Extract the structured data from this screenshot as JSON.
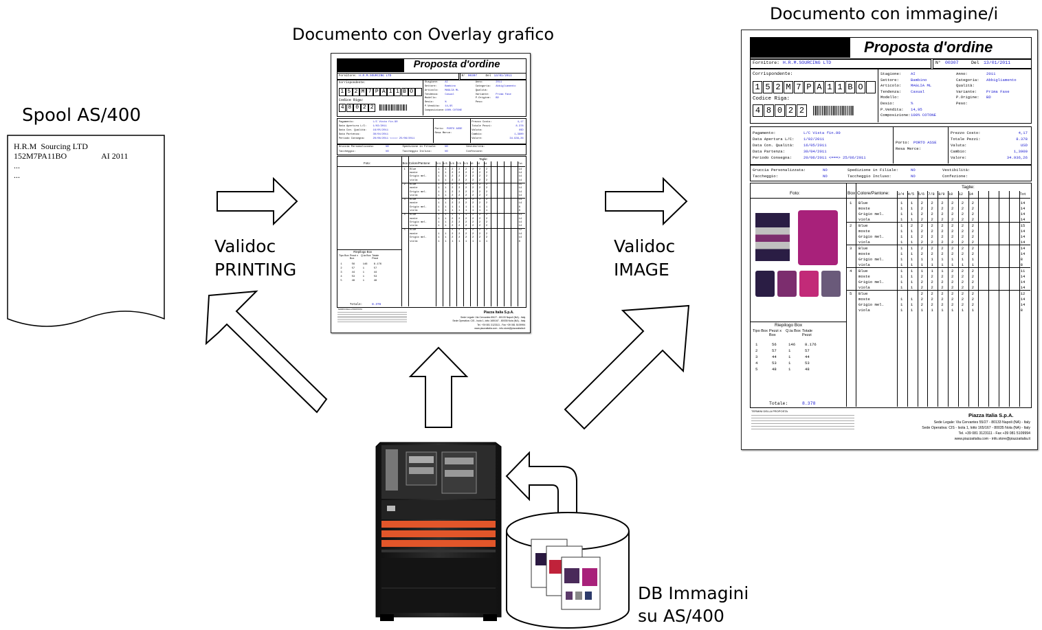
{
  "labels": {
    "spool_title": "Spool AS/400",
    "overlay_title": "Documento con Overlay grafico",
    "image_title": "Documento con immagine/i",
    "validoc_printing_1": "Validoc",
    "validoc_printing_2": "PRINTING",
    "validoc_image_1": "Validoc",
    "validoc_image_2": "IMAGE",
    "db_1": "DB Immagini",
    "db_2": "su AS/400"
  },
  "spool": {
    "line1": "H.R.M  Sourcing LTD",
    "line2_a": "152M7PA11BO",
    "line2_b": "AI 2011",
    "line3": "...",
    "line4": "..."
  },
  "doc": {
    "title": "Proposta d'ordine",
    "fornitore_label": "Fornitore:",
    "fornitore": "H.R.M.SOURCING LTD",
    "numero_label": "N°",
    "numero": "00307",
    "del_label": "Del",
    "data": "13/01/2011",
    "corrispondente": "Corrispondente:",
    "codice_chars": [
      "1",
      "5",
      "2",
      "M",
      "7",
      "P",
      "A",
      "1",
      "1",
      "B",
      "O",
      ""
    ],
    "codice_riga_label": "Codice Riga:",
    "riga_chars": [
      "4",
      "8",
      "0",
      "2",
      "2"
    ],
    "fields_mid": [
      {
        "k": "Stagione:",
        "v": "AI"
      },
      {
        "k": "Settore:",
        "v": "Bambino"
      },
      {
        "k": "Articolo:",
        "v": "MAGLIA ML"
      },
      {
        "k": "Tendenza:",
        "v": "Casual"
      },
      {
        "k": "Modello:",
        "v": ""
      },
      {
        "k": "Desio:",
        "v": "%"
      },
      {
        "k": "P.Vendita:",
        "v": "14,95"
      },
      {
        "k": "Composizione:",
        "v": "100% COTONE"
      }
    ],
    "fields_right": [
      {
        "k": "Anno:",
        "v": "2011"
      },
      {
        "k": "Categoria:",
        "v": "Abbigliamento"
      },
      {
        "k": "Qualità:",
        "v": ""
      },
      {
        "k": "Variante:",
        "v": "Prima Fase"
      },
      {
        "k": "P.Origine:",
        "v": "BD"
      },
      {
        "k": "Peso:",
        "v": ""
      }
    ],
    "pay": [
      {
        "k": "Pagamento:",
        "v": "L/C Vista fin.90"
      },
      {
        "k": "Data Apertura L/C:",
        "v": "1/02/2011"
      },
      {
        "k": "Data Con. Qualità:",
        "v": "16/05/2011"
      },
      {
        "k": "Data Partenza:",
        "v": "30/04/2011"
      },
      {
        "k": "Periodo Consegna:",
        "v": "20/06/2011 <===> 25/06/2011"
      }
    ],
    "porto_label": "Porto:",
    "porto": "PORTO ASSE",
    "resa": "Resa Merce:",
    "costs": [
      {
        "k": "Prezzo Costo:",
        "v": "4,17"
      },
      {
        "k": "Totale Pezzi:",
        "v": "8.378"
      },
      {
        "k": "Valuta:",
        "v": "USD"
      },
      {
        "k": "Cambio:",
        "v": "1,3900"
      },
      {
        "k": "Valore:",
        "v": "34.936,26"
      }
    ],
    "flags": [
      {
        "k": "Gruccia Personalizzata:",
        "v": "NO"
      },
      {
        "k": "Spedizione in Filiale:",
        "v": "NO"
      },
      {
        "k": "Vestibilità:",
        "v": ""
      },
      {
        "k": "Taccheggio:",
        "v": "NO"
      },
      {
        "k": "Taccheggio Incluso:",
        "v": "NO"
      },
      {
        "k": "Confezione:",
        "v": ""
      }
    ],
    "foto": "Foto:",
    "box": "Box",
    "colori": "Colore/Pantone:",
    "taglie": "Taglie:",
    "sizes": [
      "3/4",
      "4/5",
      "5/6",
      "7/8",
      "8/9",
      "10",
      "12",
      "14",
      "",
      "",
      "",
      "",
      "Tot"
    ],
    "groups": [
      {
        "box": "1",
        "rows": [
          [
            "Blue",
            "1",
            "1",
            "2",
            "2",
            "2",
            "2",
            "2",
            "2",
            "14"
          ],
          [
            "moste",
            "1",
            "1",
            "2",
            "2",
            "2",
            "2",
            "2",
            "2",
            "14"
          ],
          [
            "Grigio mel.",
            "1",
            "1",
            "2",
            "2",
            "2",
            "2",
            "2",
            "2",
            "14"
          ],
          [
            "viola",
            "1",
            "1",
            "2",
            "2",
            "2",
            "2",
            "2",
            "2",
            "14"
          ]
        ]
      },
      {
        "box": "2",
        "rows": [
          [
            "Blue",
            "1",
            "2",
            "2",
            "2",
            "2",
            "2",
            "2",
            "2",
            "15"
          ],
          [
            "moste",
            "1",
            "1",
            "2",
            "2",
            "2",
            "2",
            "2",
            "2",
            "14"
          ],
          [
            "Grigio mel.",
            "1",
            "1",
            "2",
            "2",
            "2",
            "2",
            "2",
            "2",
            "14"
          ],
          [
            "viola",
            "1",
            "1",
            "2",
            "2",
            "2",
            "2",
            "2",
            "2",
            "14"
          ]
        ]
      },
      {
        "box": "3",
        "rows": [
          [
            "Blue",
            "1",
            "1",
            "2",
            "2",
            "2",
            "2",
            "2",
            "2",
            "14"
          ],
          [
            "moste",
            "1",
            "1",
            "2",
            "2",
            "2",
            "2",
            "2",
            "2",
            "14"
          ],
          [
            "Grigio mel.",
            "1",
            "1",
            "1",
            "1",
            "1",
            "1",
            "1",
            "1",
            "8"
          ],
          [
            "viola",
            "1",
            "1",
            "1",
            "1",
            "1",
            "1",
            "1",
            "1",
            "8"
          ]
        ]
      },
      {
        "box": "4",
        "rows": [
          [
            "Blue",
            "1",
            "1",
            "1",
            "1",
            "1",
            "2",
            "2",
            "2",
            "11"
          ],
          [
            "moste",
            "1",
            "1",
            "2",
            "2",
            "2",
            "2",
            "2",
            "2",
            "14"
          ],
          [
            "Grigio mel.",
            "1",
            "1",
            "2",
            "2",
            "2",
            "2",
            "2",
            "2",
            "14"
          ],
          [
            "viola",
            "1",
            "1",
            "2",
            "2",
            "2",
            "2",
            "2",
            "2",
            "14"
          ]
        ]
      },
      {
        "box": "5",
        "rows": [
          [
            "Blue",
            "",
            "",
            "2",
            "2",
            "2",
            "2",
            "2",
            "2",
            "12"
          ],
          [
            "moste",
            "1",
            "1",
            "2",
            "2",
            "2",
            "2",
            "2",
            "2",
            "14"
          ],
          [
            "Grigio mel.",
            "1",
            "1",
            "2",
            "2",
            "2",
            "2",
            "2",
            "2",
            "14"
          ],
          [
            "viola",
            "1",
            "1",
            "1",
            "1",
            "1",
            "1",
            "1",
            "1",
            "8"
          ]
        ]
      }
    ],
    "riepilogo": "Riepilogo Box",
    "riep_heads": [
      "Tipo Box",
      "Pezzi x Box",
      "Q.ta Box",
      "Totale Pezzi"
    ],
    "riep_rows": [
      [
        "1",
        "56",
        "146",
        "8.176"
      ],
      [
        "2",
        "57",
        "1",
        "57"
      ],
      [
        "3",
        "44",
        "1",
        "44"
      ],
      [
        "4",
        "53",
        "1",
        "53"
      ],
      [
        "5",
        "48",
        "1",
        "48"
      ]
    ],
    "totale_label": "Totale:",
    "totale": "8.378",
    "company": "Piazza Italia S.p.A.",
    "addr1": "Sede Legale: Via Cervantes 55/27 - 80133 Napoli (NA) - Italy",
    "addr2": "Sede Operativa: CIS - Isola 1, lotto 165/167 - 80035 Nola (NA) - Italy",
    "addr3": "Tel. +39 081 3123111 - Fax +39 081 5109994",
    "addr4": "www.piazzaitalia.com - info.store@piazzaitalia.it",
    "footer_title": "TERMINI DELLA PROPOSTA"
  },
  "colors": {
    "accent_blue": "#1a1ad0",
    "server_red": "#e2562a",
    "server_dark": "#1e1e1e"
  }
}
